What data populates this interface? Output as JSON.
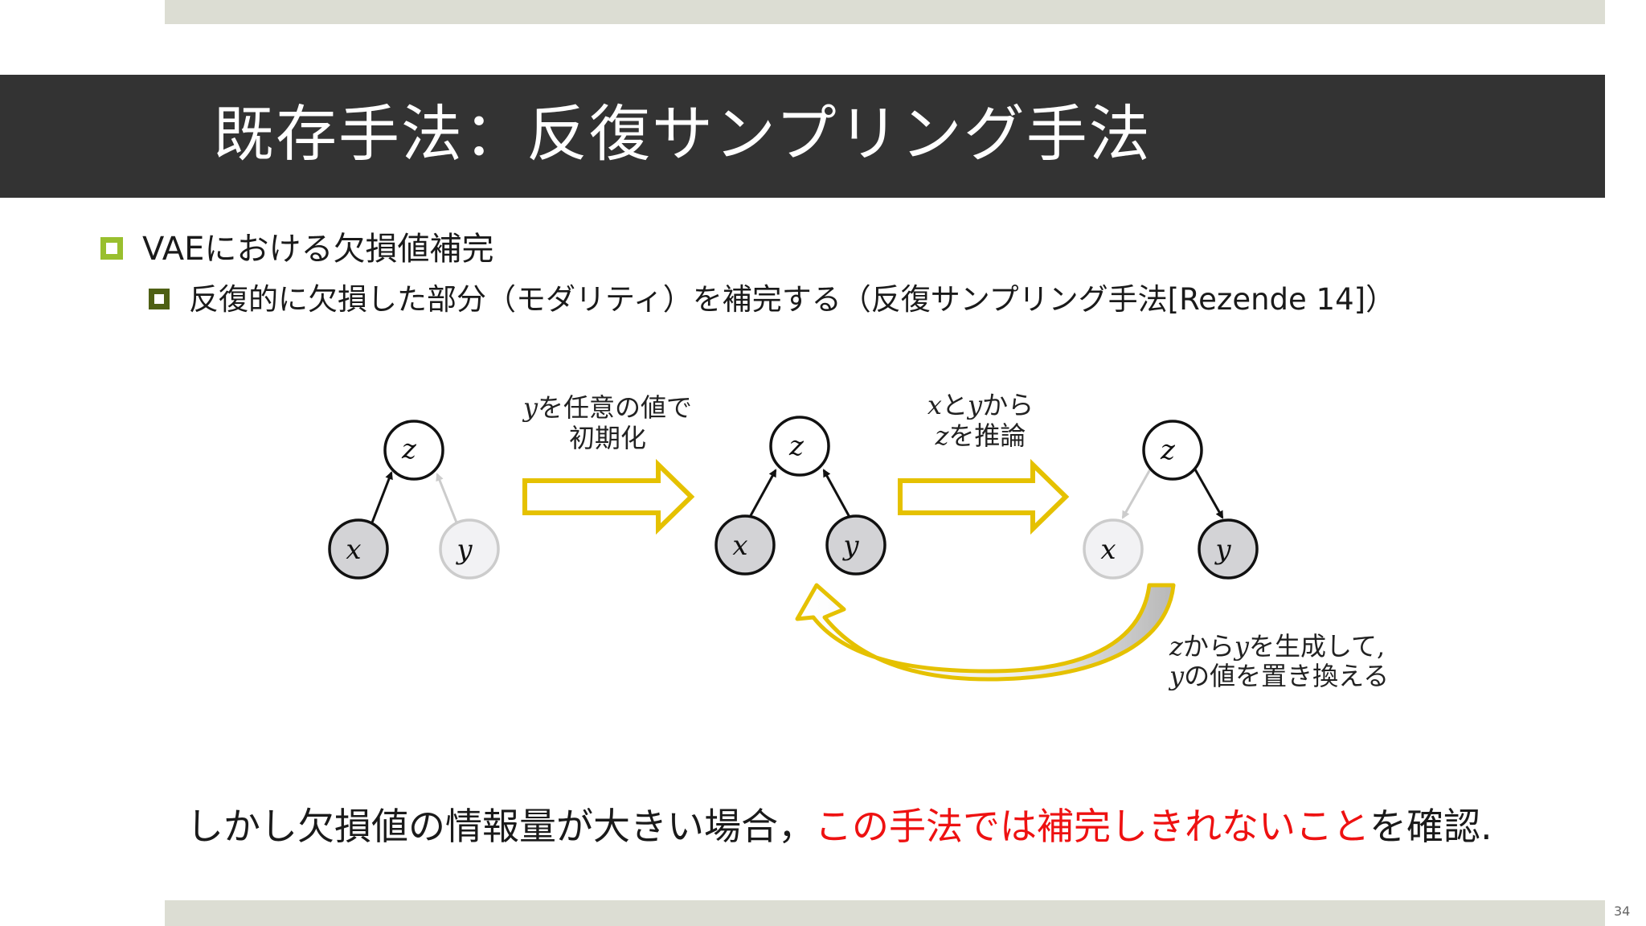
{
  "slide": {
    "title": "既存手法：反復サンプリング手法",
    "bullet1": "VAEにおける欠損値補完",
    "bullet2": "反復的に欠損した部分（モダリティ）を補完する（反復サンプリング手法[Rezende 14]）",
    "conclusion_normal_1": "しかし欠損値の情報量が大きい場合，",
    "conclusion_red": "この手法では補完しきれないこと",
    "conclusion_normal_2": "を確認.",
    "page_number": "34"
  },
  "diagram": {
    "node_z": "z",
    "node_x": "x",
    "node_y": "y",
    "arrow1_label_var": "y",
    "arrow1_label_line1": "を任意の値で",
    "arrow1_label_line2": "初期化",
    "arrow2_label_var_x": "x",
    "arrow2_label_to": "と",
    "arrow2_label_var_y": "y",
    "arrow2_label_kara": "から",
    "arrow2_label_var_z": "z",
    "arrow2_label_line2": "を推論",
    "loop_label_var_z": "z",
    "loop_label_kara": "から",
    "loop_label_var_y": "y",
    "loop_label_line1": "を生成して,",
    "loop_label_var_y2": "y",
    "loop_label_line2": "の値を置き換える"
  },
  "colors": {
    "title_bar": "#333333",
    "accent_bar": "#dcddd3",
    "bullet1": "#99bf2e",
    "bullet2": "#4e6014",
    "arrow_yellow": "#e5c100",
    "highlight_red": "#ee1111",
    "node_observed": "#d3d3d6",
    "node_missing": "#f2f2f4"
  }
}
